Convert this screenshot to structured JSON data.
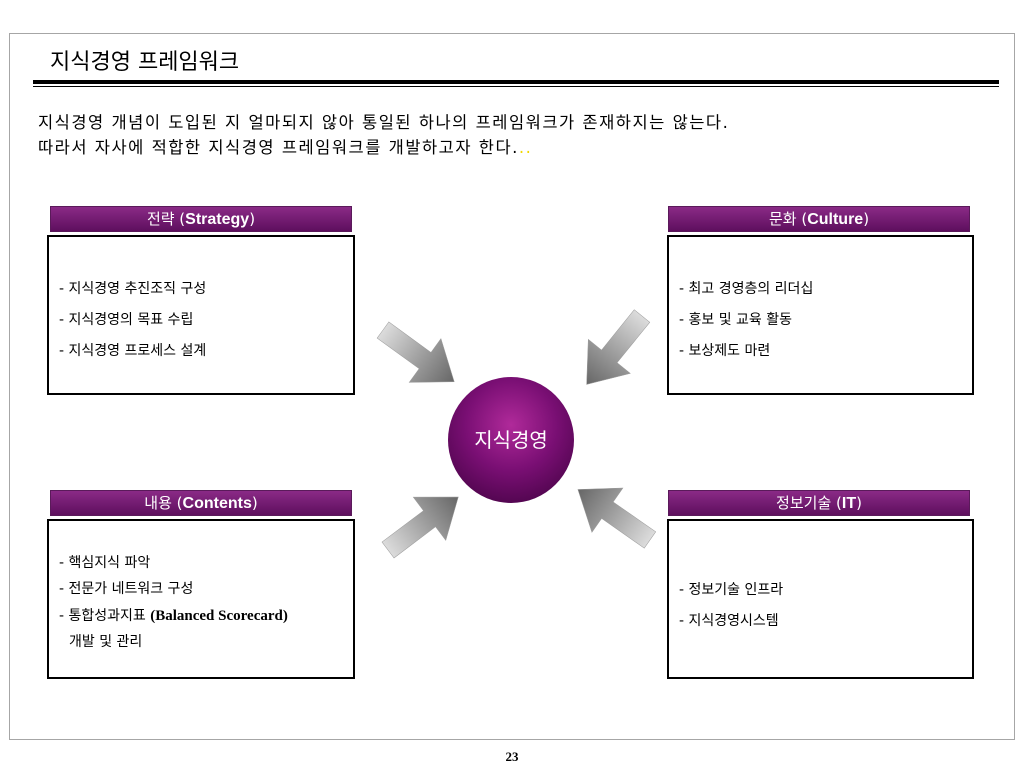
{
  "title": "지식경영 프레임워크",
  "intro": {
    "line1": "지식경영 개념이 도입된 지 얼마되지 않아 통일된 하나의 프레임워크가 존재하지는 않는다.",
    "line2": "따라서 자사에 적합한 지식경영 프레임워크를 개발하고자 한다.",
    "line2_end": ".."
  },
  "center": {
    "label": "지식경영"
  },
  "strategy": {
    "header_ko": "전략 (",
    "header_en": "Strategy",
    "header_close": ")",
    "items": [
      "- 지식경영 추진조직 구성",
      "- 지식경영의 목표 수립",
      "- 지식경영 프로세스 설계"
    ]
  },
  "culture": {
    "header_ko": "문화 (",
    "header_en": "Culture",
    "header_close": ")",
    "items": [
      "- 최고 경영층의 리더십",
      "- 홍보 및 교육 활동",
      "- 보상제도 마련"
    ]
  },
  "contents": {
    "header_ko": "내용 (",
    "header_en": "Contents",
    "header_close": ")",
    "items": [
      "- 핵심지식 파악",
      "- 전문가  네트워크 구성",
      "- 통합성과지표 "
    ],
    "item3_en": "(Balanced Scorecard)",
    "item4": "개발 및 관리"
  },
  "it": {
    "header_ko": "정보기술 (",
    "header_en": "IT",
    "header_close": ")",
    "items": [
      "- 정보기술 인프라",
      "- 지식경영시스템"
    ]
  },
  "page_number": "23",
  "colors": {
    "accent": "#6e1a6e",
    "arrow_light": "#d9d9d9",
    "arrow_dark": "#6a6a6a"
  }
}
